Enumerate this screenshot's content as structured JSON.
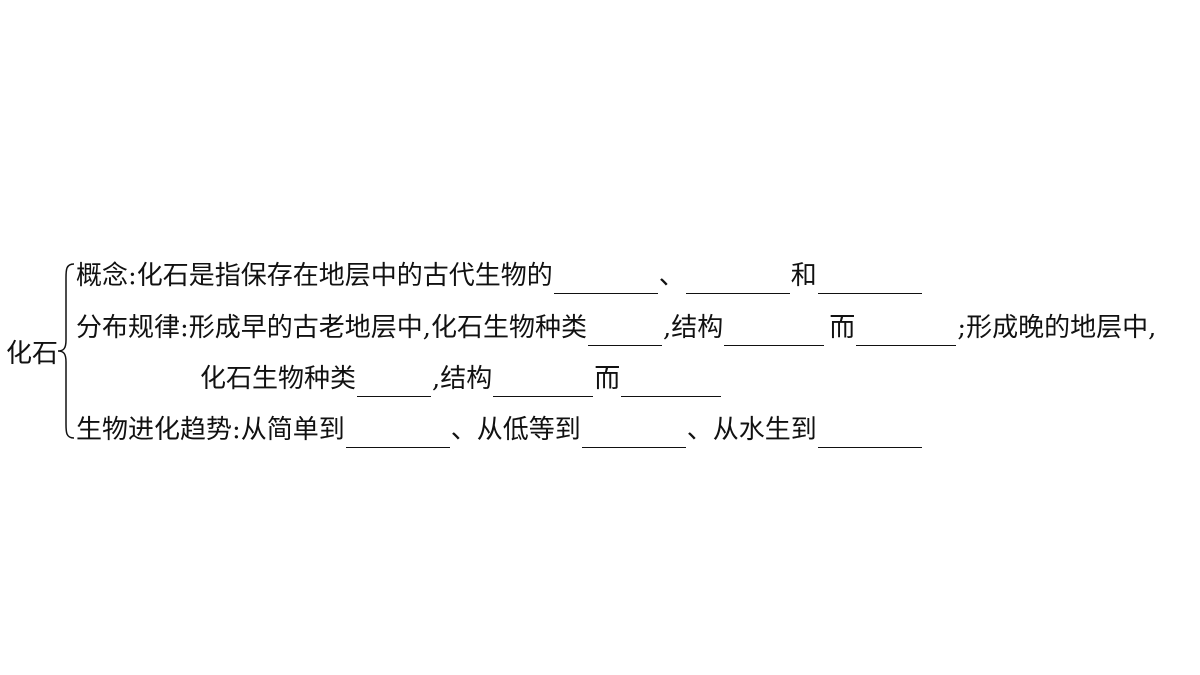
{
  "topic": "化石",
  "concept": {
    "label": "概念:化石是指保存在地层中的古代生物的",
    "sep1": "、",
    "sep2": "和"
  },
  "distribution": {
    "label": "分布规律:形成早的古老地层中,化石生物种类",
    "structure": ",结构",
    "and_then": "而",
    "late": ";形成晚的地层中,",
    "line2_start": "化石生物种类",
    "structure2": ",结构",
    "and_then2": "而"
  },
  "trend": {
    "label": "生物进化趋势:从简单到",
    "sep1": "、从低等到",
    "sep2": "、从水生到"
  }
}
